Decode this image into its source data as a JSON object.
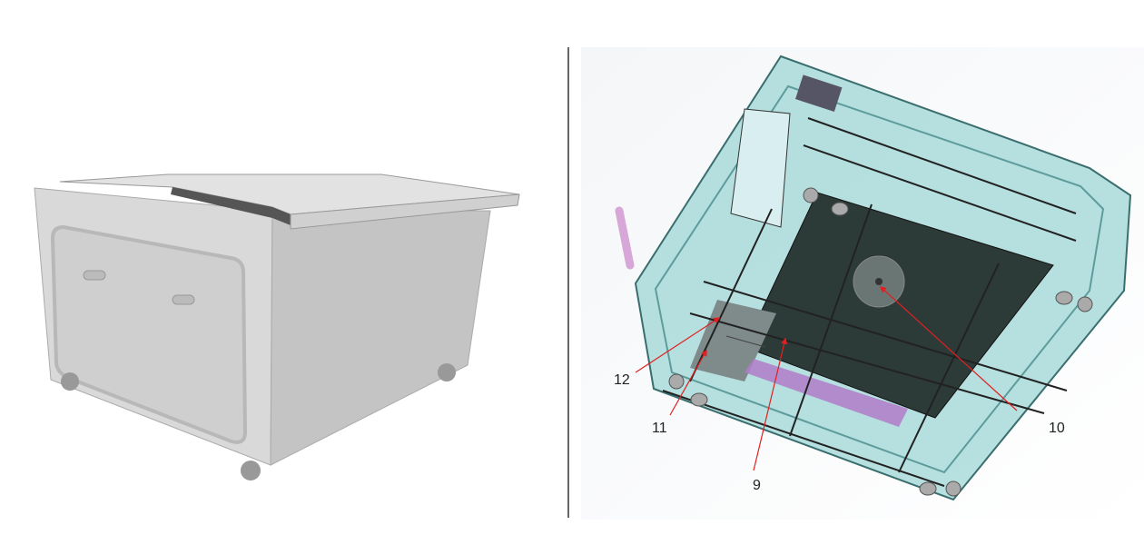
{
  "figure": {
    "left_view": "cabinet-exterior",
    "right_view": "cabinet-underside-transparent",
    "callouts": [
      {
        "id": "12",
        "text": "12"
      },
      {
        "id": "11",
        "text": "11"
      },
      {
        "id": "9",
        "text": "9"
      },
      {
        "id": "10",
        "text": "10"
      }
    ],
    "colors": {
      "arrow": "#e02020",
      "shell": "#9fd6d6",
      "plate": "#2d3b38",
      "body": "#d8d8d8"
    }
  }
}
